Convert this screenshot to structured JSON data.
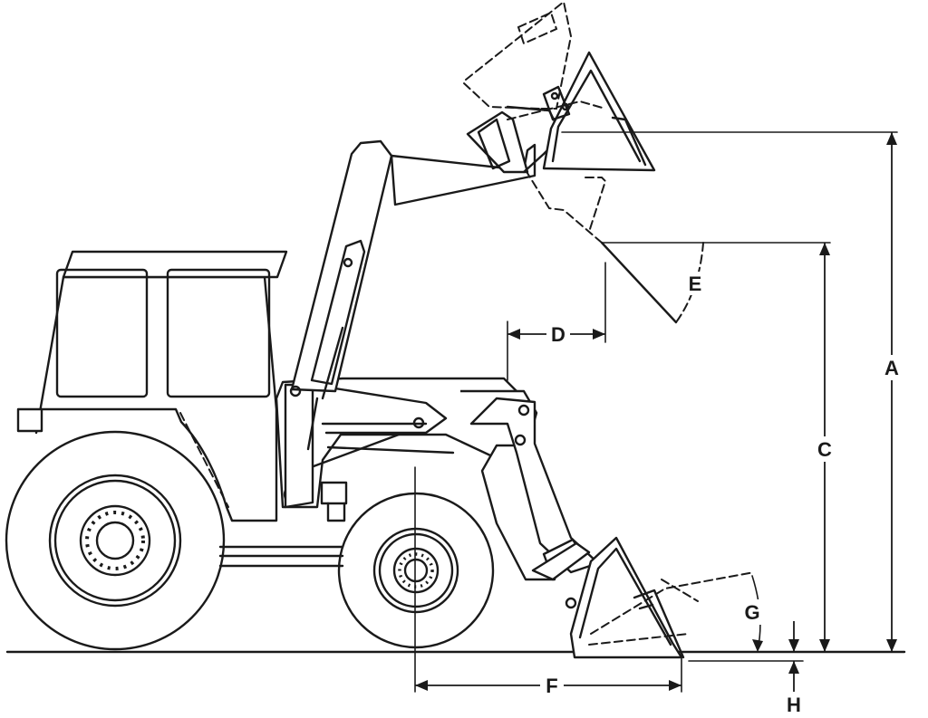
{
  "diagram": {
    "dimension_labels": {
      "A": "A",
      "C": "C",
      "D": "D",
      "E": "E",
      "F": "F",
      "G": "G",
      "H": "H"
    }
  }
}
